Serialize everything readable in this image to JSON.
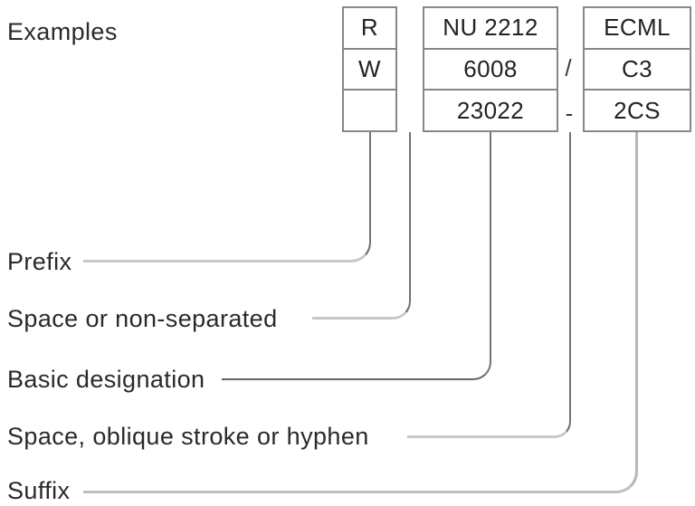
{
  "heading": "Examples",
  "boxes": [
    {
      "name": "prefix-examples",
      "cells": [
        "R",
        "W",
        ""
      ]
    },
    {
      "name": "basic-designation-examples",
      "cells": [
        "NU 2212",
        "6008",
        "23022"
      ]
    },
    {
      "name": "suffix-examples",
      "cells": [
        "ECML",
        "C3",
        "2CS"
      ]
    }
  ],
  "separators": {
    "slash": "/",
    "hyphen": "-"
  },
  "labels": {
    "prefix": "Prefix",
    "space_or_non_separated": "Space or non-separated",
    "basic_designation": "Basic designation",
    "space_oblique_stroke_or_hyphen": "Space, oblique stroke or hyphen",
    "suffix": "Suffix"
  },
  "colors": {
    "box_border": "#87878b",
    "text": "#232327",
    "thin_line": "#737377",
    "light_line": "#c7c7cb",
    "background": "#ffffff"
  }
}
